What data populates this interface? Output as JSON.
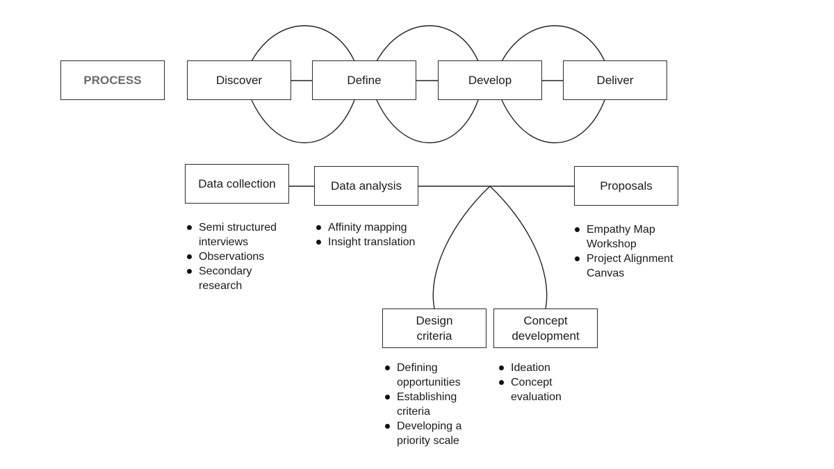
{
  "process_label": "PROCESS",
  "phases": [
    "Discover",
    "Define",
    "Develop",
    "Deliver"
  ],
  "steps": {
    "data_collection": {
      "title": "Data collection",
      "bullets": [
        "Semi structured interviews",
        "Observations",
        "Secondary research"
      ]
    },
    "data_analysis": {
      "title": "Data analysis",
      "bullets": [
        "Affinity mapping",
        "Insight translation"
      ]
    },
    "proposals": {
      "title": "Proposals",
      "bullets": [
        "Empathy Map Workshop",
        "Project Alignment Canvas"
      ]
    },
    "design_criteria": {
      "title": "Design criteria",
      "bullets": [
        "Defining opportunities",
        "Establishing criteria",
        "Developing a priority scale"
      ]
    },
    "concept_development": {
      "title": "Concept development",
      "bullets": [
        "Ideation",
        "Concept evaluation"
      ]
    }
  }
}
